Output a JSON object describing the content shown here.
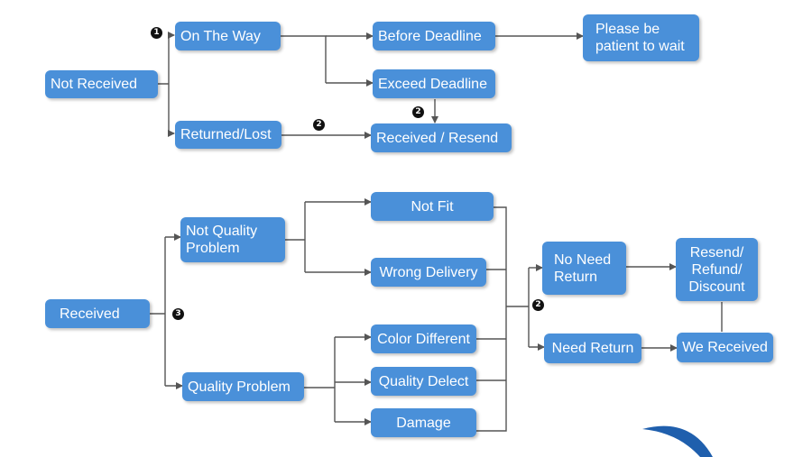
{
  "colors": {
    "node_fill": "#4a90d9",
    "node_text": "#ffffff",
    "line": "#555555",
    "badge": "#111111"
  },
  "nodes": {
    "not_received": "Not   Received",
    "on_the_way": "On The Way",
    "returned_lost": "Returned/Lost",
    "before_deadline": "Before Deadline",
    "exceed_deadline": "Exceed Deadline",
    "received_resend": "Received / Resend",
    "please_wait": "Please be\npatient to wait",
    "received": "Received",
    "not_quality_problem": "Not   Quality\nProblem",
    "quality_problem": "Quality Problem",
    "not_fit": "Not Fit",
    "wrong_delivery": "Wrong Delivery",
    "color_different": "Color Different",
    "quality_delect": "Quality Delect",
    "damage": "Damage",
    "no_need_return": "No Need\nReturn",
    "need_return": "Need Return",
    "resend_refund_discount": "Resend/\nRefund/\nDiscount",
    "we_received": "We Received"
  },
  "badges": {
    "b1": "1",
    "b2a": "2",
    "b2b": "2",
    "b3": "3",
    "b2c": "2"
  }
}
